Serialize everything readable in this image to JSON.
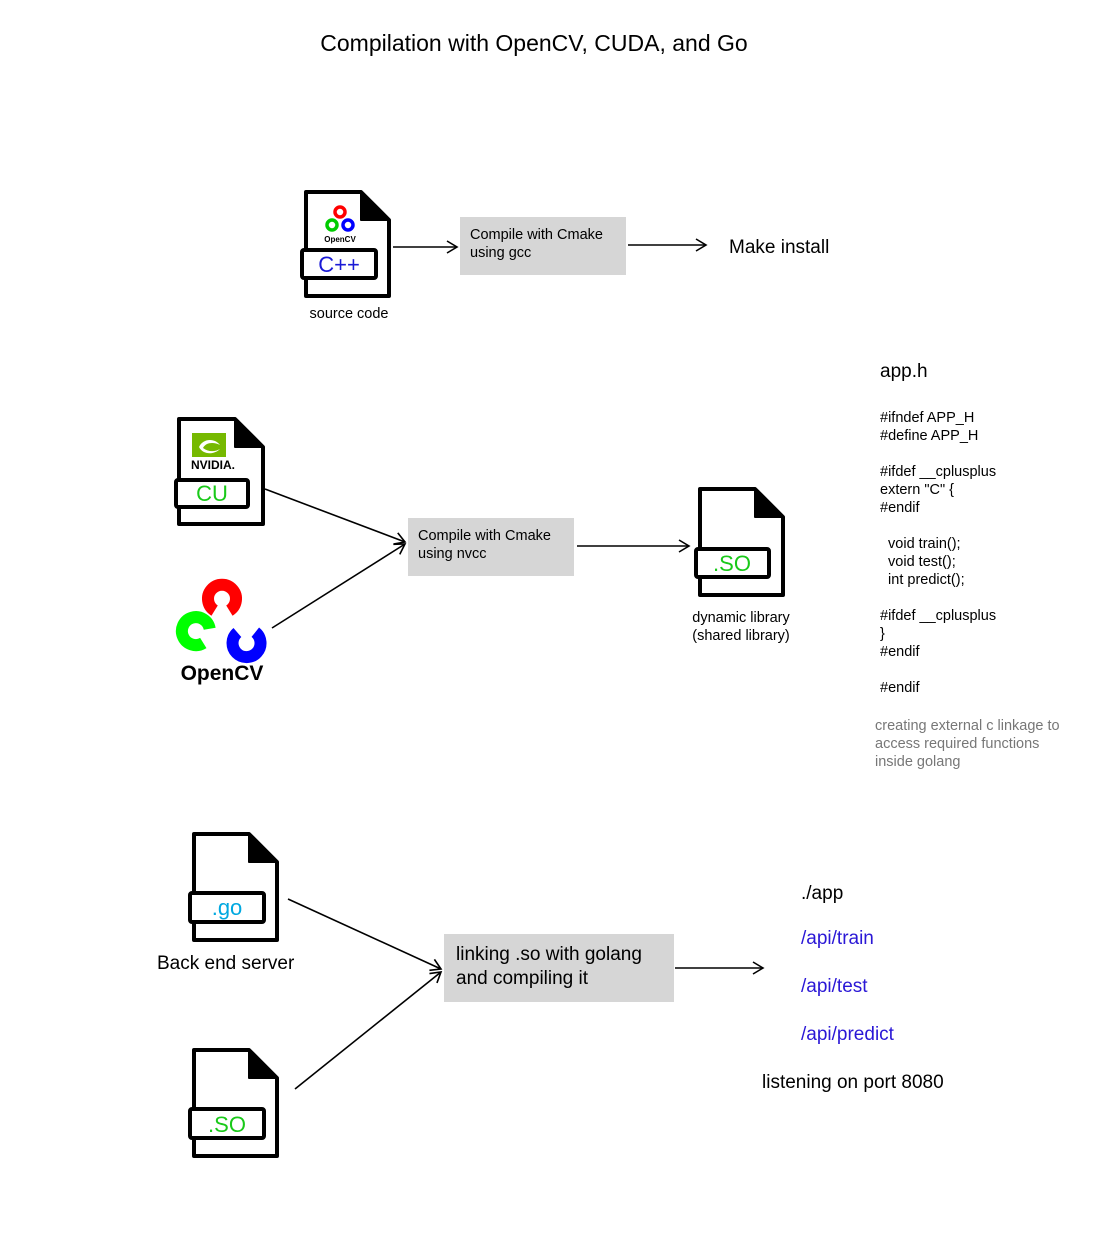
{
  "title": "Compilation with OpenCV, CUDA, and Go",
  "colors": {
    "process_box": "#d6d6d6",
    "cpp_text": "#1a1ad6",
    "cuda_text": "#19c919",
    "so_text": "#19c919",
    "go_text": "#00a8e0",
    "endpoint_text": "#2a17d6",
    "note_text": "#777777",
    "nvidia_green": "#76b900",
    "opencv_red": "#ff0000",
    "opencv_green": "#00ff00",
    "opencv_blue": "#0000ff"
  },
  "row1": {
    "source_file": {
      "extension": "C++",
      "logo_text": "OpenCV",
      "icon": "opencv-logo-icon"
    },
    "source_label": "source code",
    "compile_box": "Compile with Cmake\nusing gcc",
    "result": "Make install"
  },
  "row2": {
    "cuda_file": {
      "extension": "CU",
      "logo_text": "NVIDIA.",
      "icon": "nvidia-logo-icon"
    },
    "opencv_logo_text": "OpenCV",
    "compile_box": "Compile with Cmake\nusing nvcc",
    "output_file": {
      "extension": ".SO"
    },
    "output_label": "dynamic library\n(shared library)"
  },
  "header_file": {
    "name": "app.h",
    "code": "#ifndef APP_H\n#define APP_H\n\n#ifdef __cplusplus\nextern \"C\" {\n#endif\n\n  void train();\n  void test();\n  int predict();\n\n#ifdef __cplusplus\n}\n#endif\n\n#endif",
    "note": "creating external c linkage to access required functions inside golang"
  },
  "row3": {
    "go_file": {
      "extension": ".go"
    },
    "go_label": "Back end server",
    "so_file": {
      "extension": ".SO"
    },
    "link_box": "linking .so with golang\nand compiling it",
    "app": "./app",
    "endpoints": [
      "/api/train",
      "/api/test",
      "/api/predict"
    ],
    "listening": "listening on port 8080"
  }
}
